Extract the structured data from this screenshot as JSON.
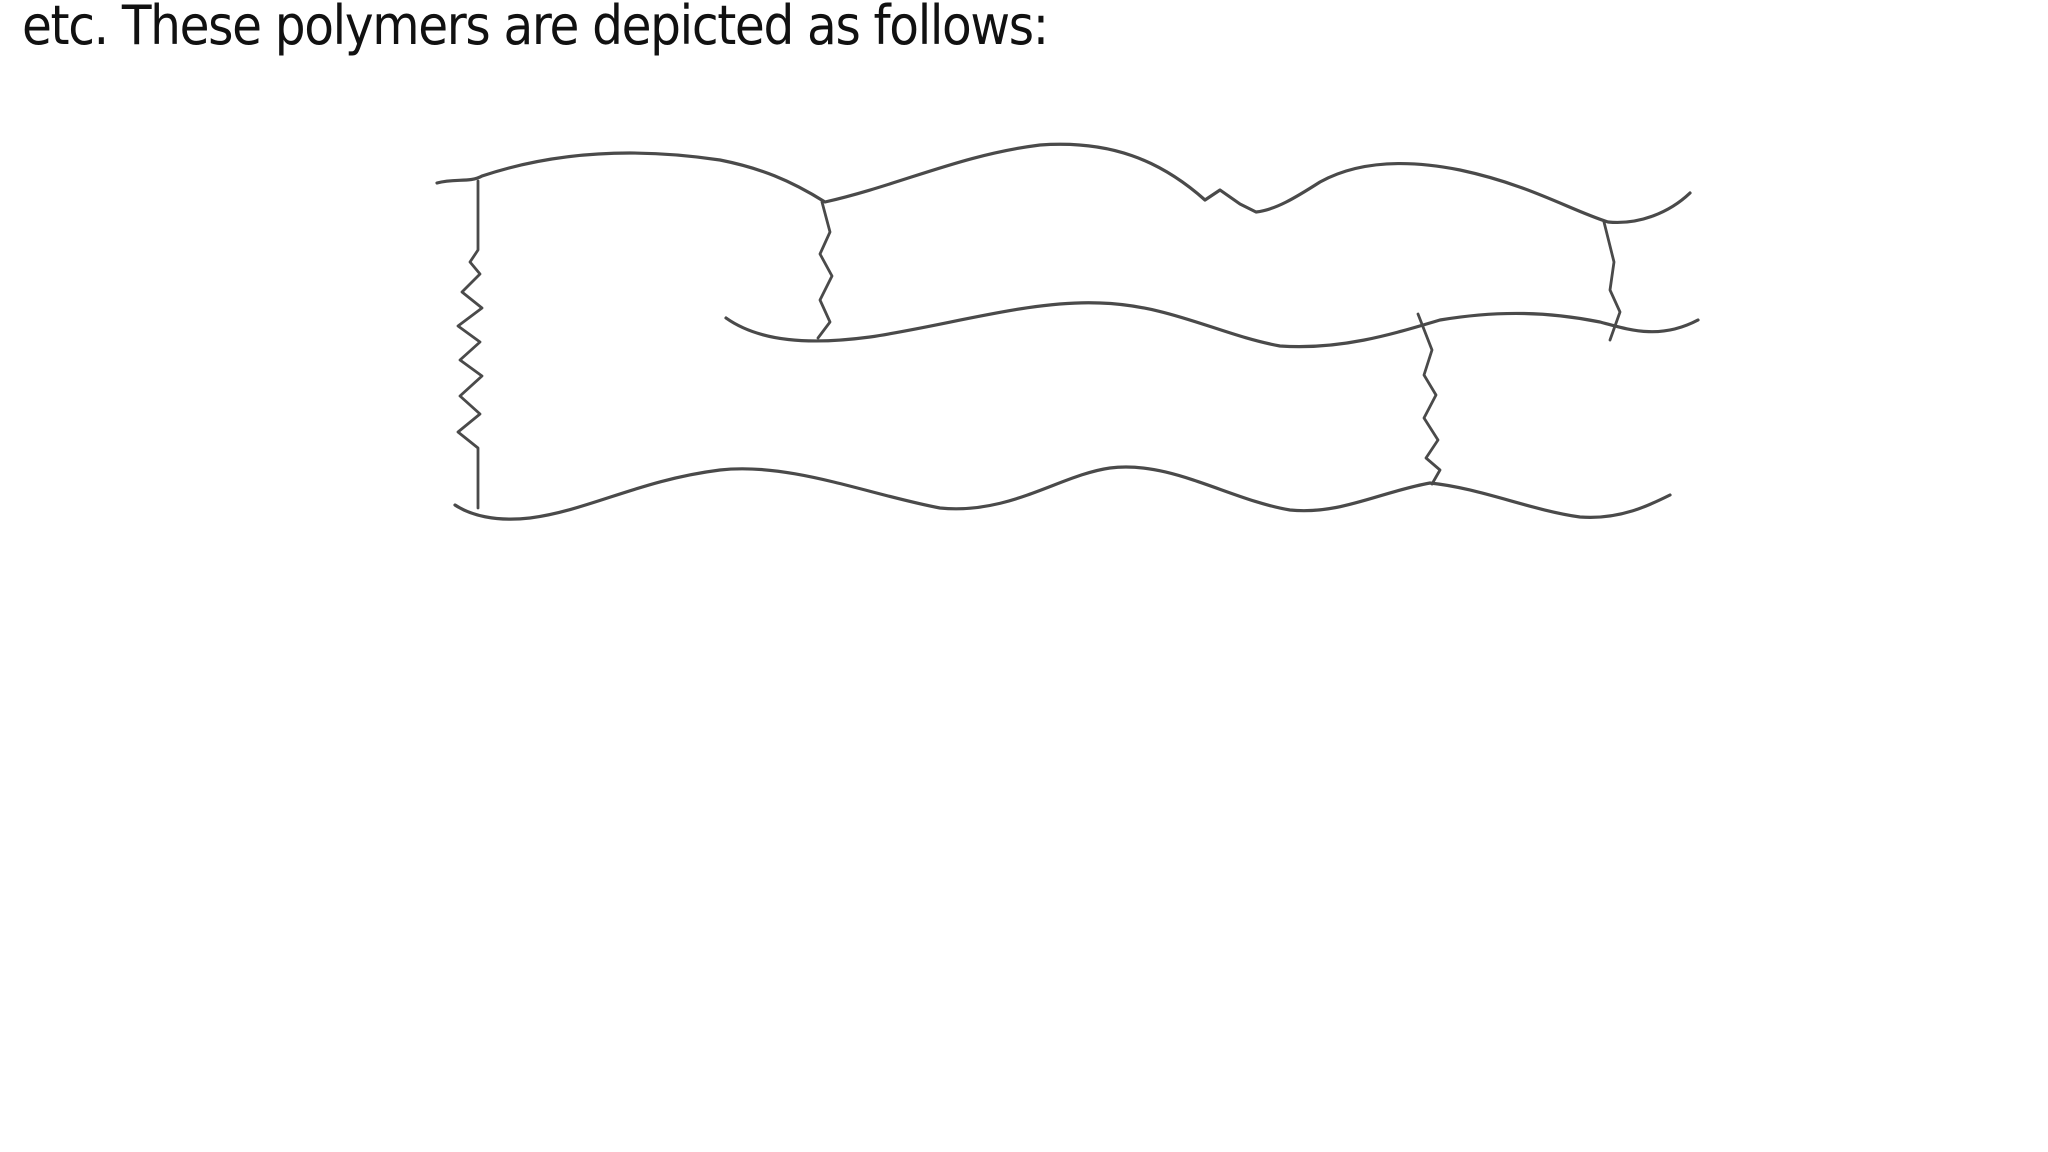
{
  "caption": "etc. These polymers are depicted as follows:",
  "diagram": {
    "line_color": "#4a4a4a",
    "background": "#ffffff",
    "polymer_chains": 3,
    "cross_links": 4
  }
}
